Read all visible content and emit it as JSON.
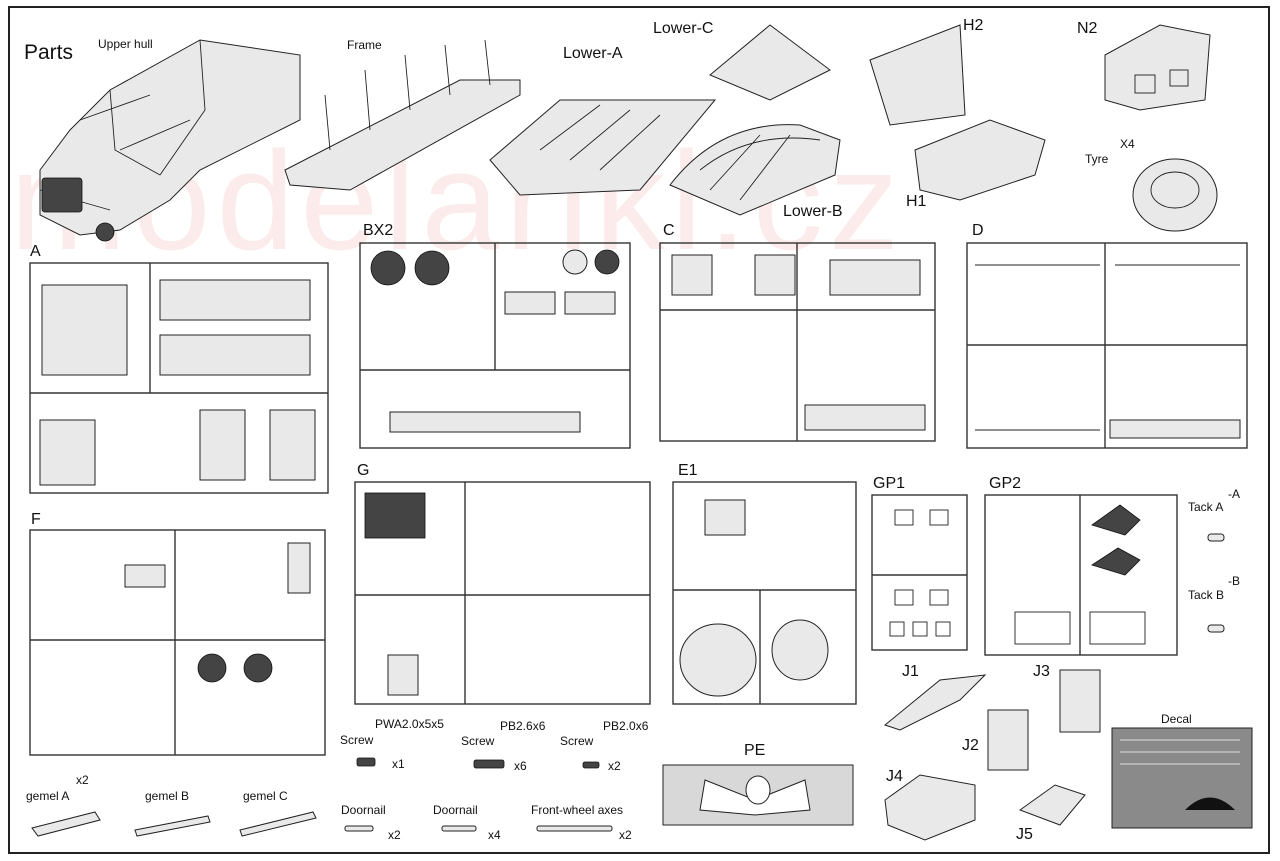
{
  "watermark": "modelarikl.cz",
  "parts_title": "Parts",
  "assemblies": {
    "upper_hull": "Upper hull",
    "frame": "Frame",
    "lower_a": "Lower-A",
    "lower_c": "Lower-C",
    "lower_b": "Lower-B",
    "h2": "H2",
    "h1": "H1",
    "n2": "N2",
    "tyre": "Tyre",
    "tyre_qty": "X4"
  },
  "sprues": {
    "a": "A",
    "bx2": "BX2",
    "c": "C",
    "d": "D",
    "f": "F",
    "g": "G",
    "e1": "E1",
    "gp1": "GP1",
    "gp2": "GP2"
  },
  "tack": {
    "a_label": "Tack A",
    "a_suffix": "-A",
    "b_label": "Tack B",
    "b_suffix": "-B"
  },
  "resin": {
    "j1": "J1",
    "j2": "J2",
    "j3": "J3",
    "j4": "J4",
    "j5": "J5",
    "decal": "Decal"
  },
  "screws": [
    {
      "label": "Screw",
      "spec": "PWA2.0x5x5",
      "qty": "x1"
    },
    {
      "label": "Screw",
      "spec": "PB2.6x6",
      "qty": "x6"
    },
    {
      "label": "Screw",
      "spec": "PB2.0x6",
      "qty": "x2"
    }
  ],
  "pe": "PE",
  "gemels": {
    "qty": "x2",
    "a": "gemel A",
    "b": "gemel B",
    "c": "gemel C"
  },
  "pins": [
    {
      "label": "Doornail",
      "qty": "x2"
    },
    {
      "label": "Doornail",
      "qty": "x4"
    },
    {
      "label": "Front-wheel axes",
      "qty": "x2"
    }
  ]
}
